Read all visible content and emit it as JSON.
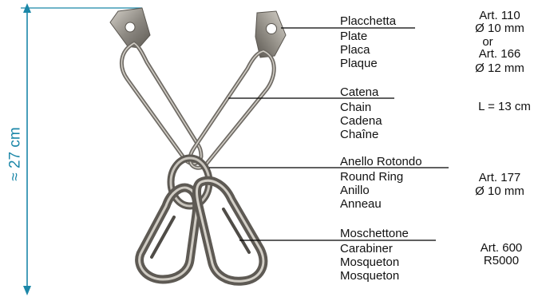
{
  "dimension": {
    "label": "≈ 27 cm",
    "color": "#1b87a8"
  },
  "components": [
    {
      "key": "plate",
      "names": [
        "Placchetta",
        "Plate",
        "Placa",
        "Plaque"
      ],
      "spec": [
        "Art. 110",
        "Ø 10 mm",
        "or",
        "Art. 166",
        "Ø 12 mm"
      ]
    },
    {
      "key": "chain",
      "names": [
        "Catena",
        "Chain",
        "Cadena",
        "Chaîne"
      ],
      "spec": [
        "L = 13 cm"
      ]
    },
    {
      "key": "ring",
      "names": [
        "Anello Rotondo",
        "Round Ring",
        "Anillo",
        "Anneau"
      ],
      "spec": [
        "Art. 177",
        "Ø 10 mm"
      ]
    },
    {
      "key": "carabiner",
      "names": [
        "Moschettone",
        "Carabiner",
        "Mosqueton",
        "Mosqueton"
      ],
      "spec": [
        "Art. 600",
        "R5000"
      ]
    }
  ],
  "colors": {
    "metal": "#8a867f",
    "metal_light": "#c9c5bd",
    "metal_dark": "#4f4c47",
    "leader": "#000000"
  }
}
